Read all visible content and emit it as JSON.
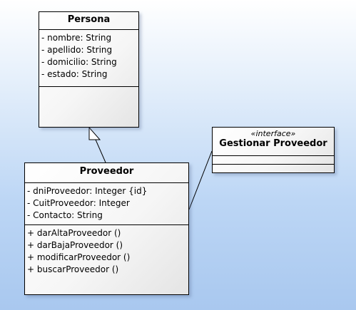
{
  "diagram": {
    "classes": {
      "persona": {
        "name": "Persona",
        "attributes": [
          "- nombre: String",
          "- apellido: String",
          "- domicilio: String",
          "- estado: String"
        ],
        "operations": []
      },
      "proveedor": {
        "name": "Proveedor",
        "attributes": [
          "- dniProveedor: Integer {id}",
          "- CuitProveedor: Integer",
          "- Contacto: String"
        ],
        "operations": [
          "+ darAltaProveedor ()",
          "+ darBajaProveedor ()",
          "+ modificarProveedor ()",
          "+ buscarProveedor ()"
        ]
      },
      "gestionar": {
        "stereotype": "«interface»",
        "name": "Gestionar Proveedor",
        "attributes": [],
        "operations": []
      }
    },
    "relations": [
      {
        "type": "generalization",
        "from": "Proveedor",
        "to": "Persona"
      },
      {
        "type": "association",
        "from": "Proveedor",
        "to": "Gestionar Proveedor"
      }
    ]
  }
}
